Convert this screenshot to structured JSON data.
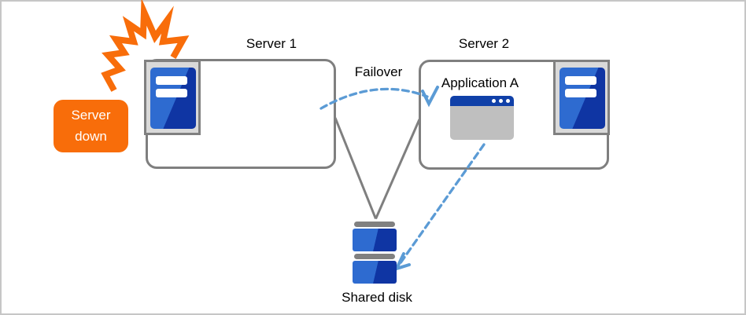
{
  "diagram": {
    "server1_label": "Server 1",
    "server2_label": "Server 2",
    "failover_label": "Failover",
    "application_label": "Application A",
    "shared_disk_label": "Shared disk",
    "badge_line1": "Server",
    "badge_line2": "down"
  },
  "colors": {
    "canvas_border": "#C6C6C6",
    "box_border": "#7F7F7F",
    "icon_bg": "#D9D9D9",
    "icon_border": "#808080",
    "blue_light": "#2E6BD0",
    "blue_dark": "#0F35A3",
    "titlebar_blue": "#1040A8",
    "window_gray": "#BFBFBF",
    "dash_blue": "#5B9BD5",
    "orange": "#F86D0A",
    "disk_bar_gray": "#808080",
    "text": "#000000",
    "badge_text": "#FFFFFF"
  }
}
